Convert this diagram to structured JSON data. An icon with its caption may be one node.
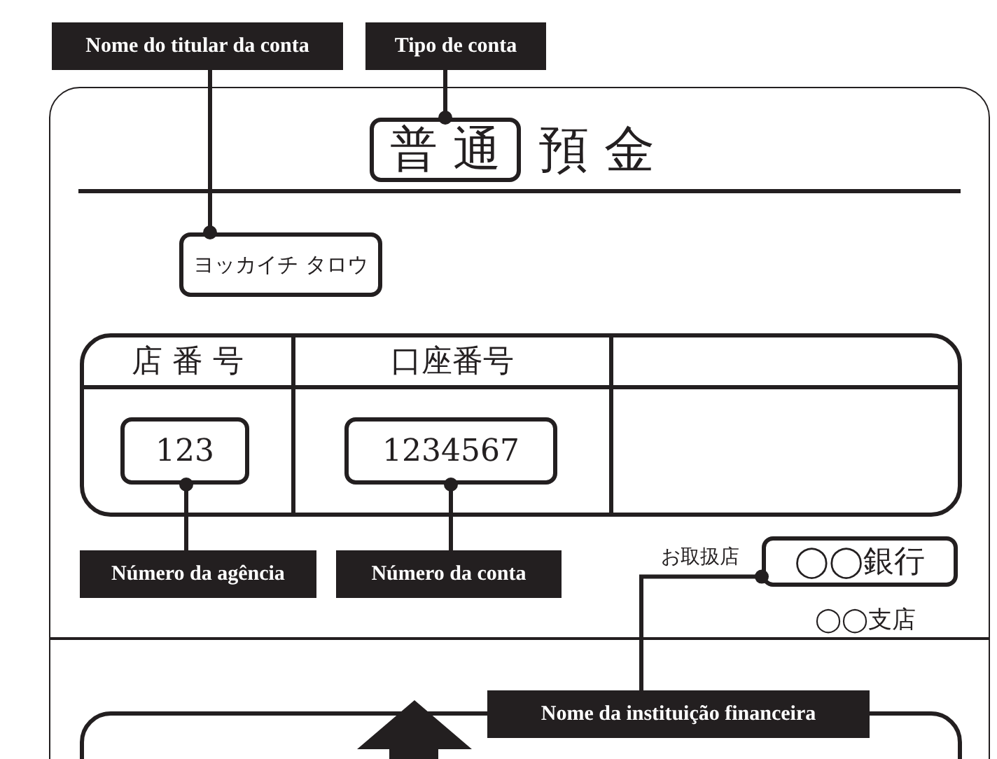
{
  "diagram": {
    "nodes": [
      {
        "text": [
          "Nome do titular da conta"
        ]
      },
      {
        "text": [
          "Tipo de conta"
        ]
      },
      {
        "text": [
          "普 通"
        ]
      },
      {
        "text": [
          "ヨッカイチ タロウ"
        ]
      },
      {
        "text": [
          "123"
        ]
      },
      {
        "text": [
          "1234567"
        ]
      },
      {
        "text": [
          "Número da agência"
        ]
      },
      {
        "text": [
          "Número da conta"
        ]
      },
      {
        "text": [
          "◯◯銀行"
        ]
      },
      {
        "text": [
          "Nome da instituição financeira"
        ]
      }
    ],
    "edges": [
      {
        "from": 0,
        "to": 3,
        "arrow": "other"
      },
      {
        "from": 1,
        "to": 2,
        "arrow": "other"
      },
      {
        "from": 6,
        "to": 4,
        "arrow": "other"
      },
      {
        "from": 7,
        "to": 5,
        "arrow": "other"
      },
      {
        "from": 9,
        "to": 8,
        "arrow": "other"
      }
    ],
    "labels": [
      "預 金",
      "店 番 号",
      "口座番号",
      "お取扱店",
      "◯◯支店"
    ]
  }
}
